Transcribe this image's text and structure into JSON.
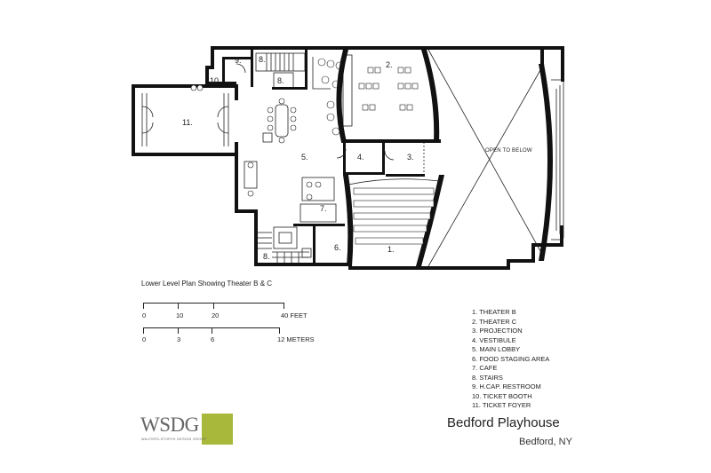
{
  "plan": {
    "caption": "Lower Level Plan Showing Theater B & C",
    "open_to_below": "OPEN TO BELOW",
    "room_numbers": [
      "1.",
      "2.",
      "3.",
      "4.",
      "5.",
      "6.",
      "7.",
      "8.",
      "8.",
      "8.",
      "9.",
      "10.",
      "11."
    ]
  },
  "scale_feet": {
    "ticks": [
      "0",
      "10",
      "20",
      "40 FEET"
    ]
  },
  "scale_meters": {
    "ticks": [
      "0",
      "3",
      "6",
      "12 METERS"
    ]
  },
  "legend": [
    "1.  THEATER B",
    "2.  THEATER C",
    "3.  PROJECTION",
    "4.  VESTIBULE",
    "5.  MAIN LOBBY",
    "6.  FOOD STAGING AREA",
    "7.  CAFE",
    "8.  STAIRS",
    "9.  H.CAP. RESTROOM",
    "10. TICKET BOOTH",
    "11. TICKET FOYER"
  ],
  "logo": {
    "text": "WSDG",
    "subtext": "WALTERS-STORYK DESIGN GROUP",
    "color": "#a8b83a"
  },
  "project": {
    "title": "Bedford Playhouse",
    "location": "Bedford, NY"
  }
}
